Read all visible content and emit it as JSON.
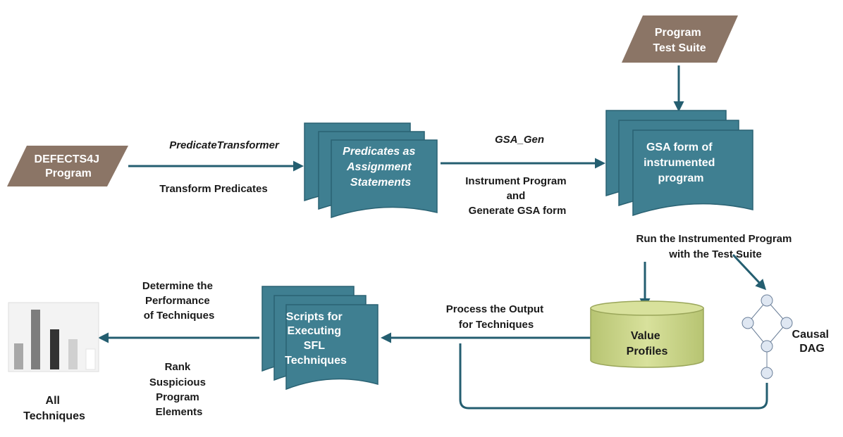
{
  "nodes": {
    "defects4j": {
      "lines": [
        "DEFECTS4J",
        "Program"
      ]
    },
    "test_suite": {
      "lines": [
        "Program",
        "Test Suite"
      ]
    },
    "predicates": {
      "lines": [
        "Predicates as",
        "Assignment",
        "Statements"
      ]
    },
    "gsa_form": {
      "lines": [
        "GSA form of",
        "instrumented",
        "program"
      ]
    },
    "value_profiles": {
      "lines": [
        "Value",
        "Profiles"
      ]
    },
    "scripts": {
      "lines": [
        "Scripts for",
        "Executing",
        "SFL",
        "Techniques"
      ]
    },
    "causal_dag": {
      "lines": [
        "Causal",
        "DAG"
      ]
    },
    "all_techniques": {
      "lines": [
        "All",
        "Techniques"
      ]
    }
  },
  "edges": {
    "predicate_transformer": {
      "lines": [
        "PredicateTransformer"
      ]
    },
    "transform_predicates": {
      "lines": [
        "Transform Predicates"
      ]
    },
    "gsa_gen": {
      "lines": [
        "GSA_Gen"
      ]
    },
    "instrument": {
      "lines": [
        "Instrument Program",
        "and",
        "Generate GSA form"
      ]
    },
    "run_program": {
      "lines": [
        "Run the Instrumented Program",
        "with the Test Suite"
      ]
    },
    "process_output": {
      "lines": [
        "Process the Output",
        "for Techniques"
      ]
    },
    "determine_performance": {
      "lines": [
        "Determine the",
        "Performance",
        "of Techniques"
      ]
    },
    "rank": {
      "lines": [
        "Rank",
        "Suspicious",
        "Program",
        "Elements"
      ]
    }
  },
  "colors": {
    "io_fill": "#8b7566",
    "doc_fill": "#3f7f91",
    "doc_stroke": "#2a6273",
    "cyl_fill": "#c9d48a",
    "arrow": "#245e70"
  }
}
